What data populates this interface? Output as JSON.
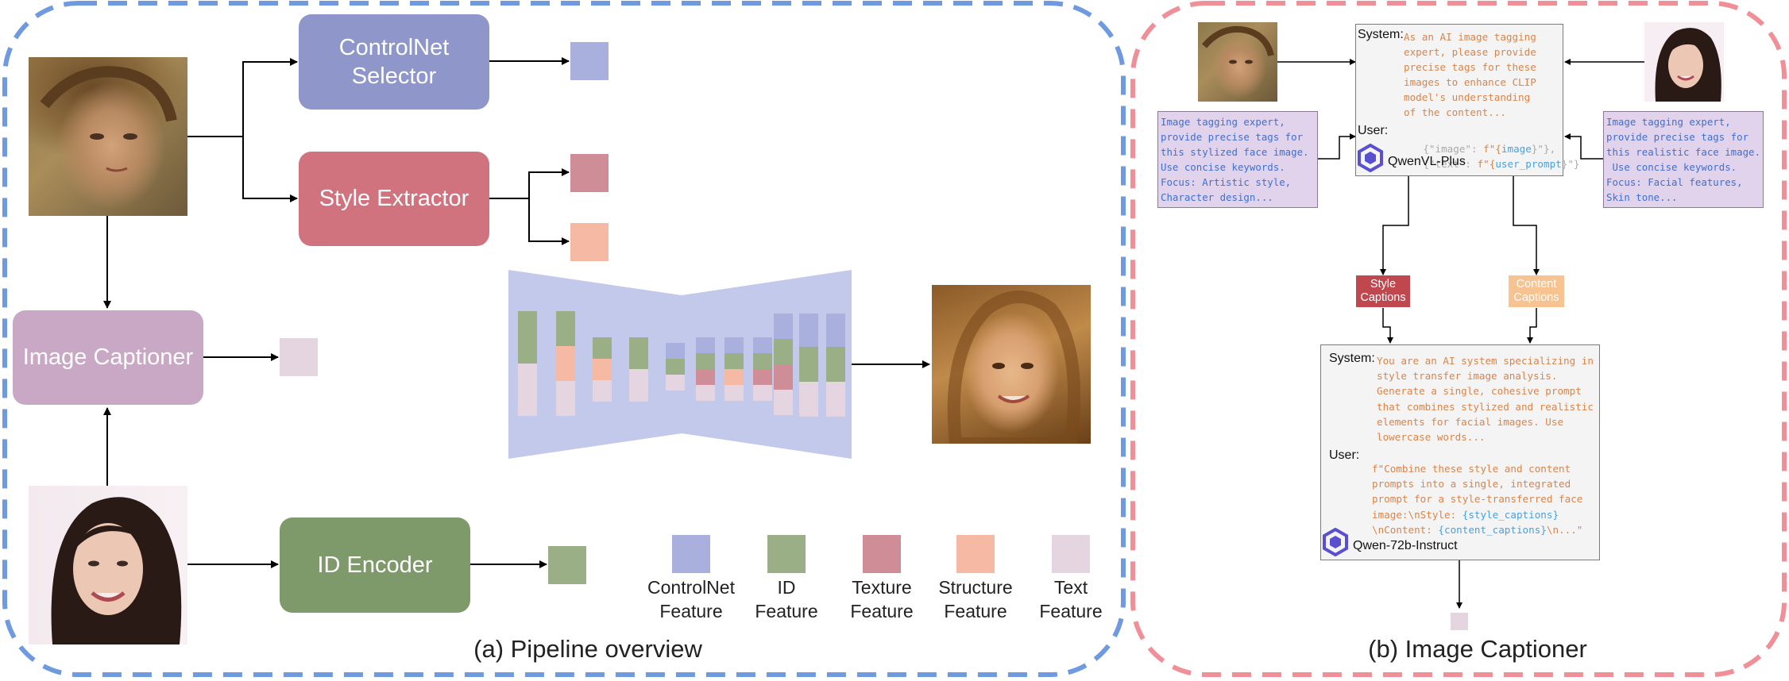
{
  "pipeline": {
    "caption": "(a) Pipeline overview",
    "controlnet_selector": "ControlNet\nSelector",
    "style_extractor": "Style Extractor",
    "image_captioner": "Image Captioner",
    "id_encoder": "ID Encoder",
    "legend": [
      {
        "label": "ControlNet\nFeature",
        "color": "#aab0dd"
      },
      {
        "label": "ID\nFeature",
        "color": "#9aaf85"
      },
      {
        "label": "Texture\nFeature",
        "color": "#cf8d97"
      },
      {
        "label": "Structure\nFeature",
        "color": "#f6b9a4"
      },
      {
        "label": "Text\nFeature",
        "color": "#e5d5e1"
      }
    ]
  },
  "captioner": {
    "caption": "(b) Image Captioner",
    "left_note": "Image tagging expert,\nprovide precise tags for\nthis stylized face image.\nUse concise keywords.\nFocus: Artistic style,\nCharacter design...",
    "right_note": "Image tagging expert,\nprovide precise tags for\nthis realistic face image.\n Use concise keywords.\nFocus: Facial features,\nSkin tone...",
    "top_panel": {
      "system_label": "System:",
      "system_text": "As an AI image tagging\nexpert, please provide\nprecise tags for these\nimages to enhance CLIP\nmodel's understanding\nof the content...",
      "user_label": "User:",
      "user_line1_a": "{\"image\": ",
      "user_line1_b": "f\"{",
      "user_line1_c": "image",
      "user_line1_d": "}\"},",
      "user_line2_a": "{\"text\": ",
      "user_line2_b": "f\"{",
      "user_line2_c": "user_prompt",
      "user_line2_d": "}\"}",
      "model": "QwenVL-Plus"
    },
    "style_captions": "Style\nCaptions",
    "content_captions": "Content\nCaptions",
    "bottom_panel": {
      "system_label": "System:",
      "system_text": "You are an AI system specializing in\nstyle transfer image analysis.\nGenerate a single, cohesive prompt\nthat combines stylized and realistic\nelements for facial images. Use\nlowercase words...",
      "user_label": "User:",
      "user_text_1": "f\"Combine these style and content\nprompts into a single, integrated\nprompt for a style-transferred face\nimage:\\nStyle: ",
      "style_var": "{style_captions}",
      "user_text_2": "\\nContent: ",
      "content_var": "{content_captions}",
      "user_text_3": "\\n...\"",
      "model": "Qwen-72b-Instruct"
    }
  }
}
